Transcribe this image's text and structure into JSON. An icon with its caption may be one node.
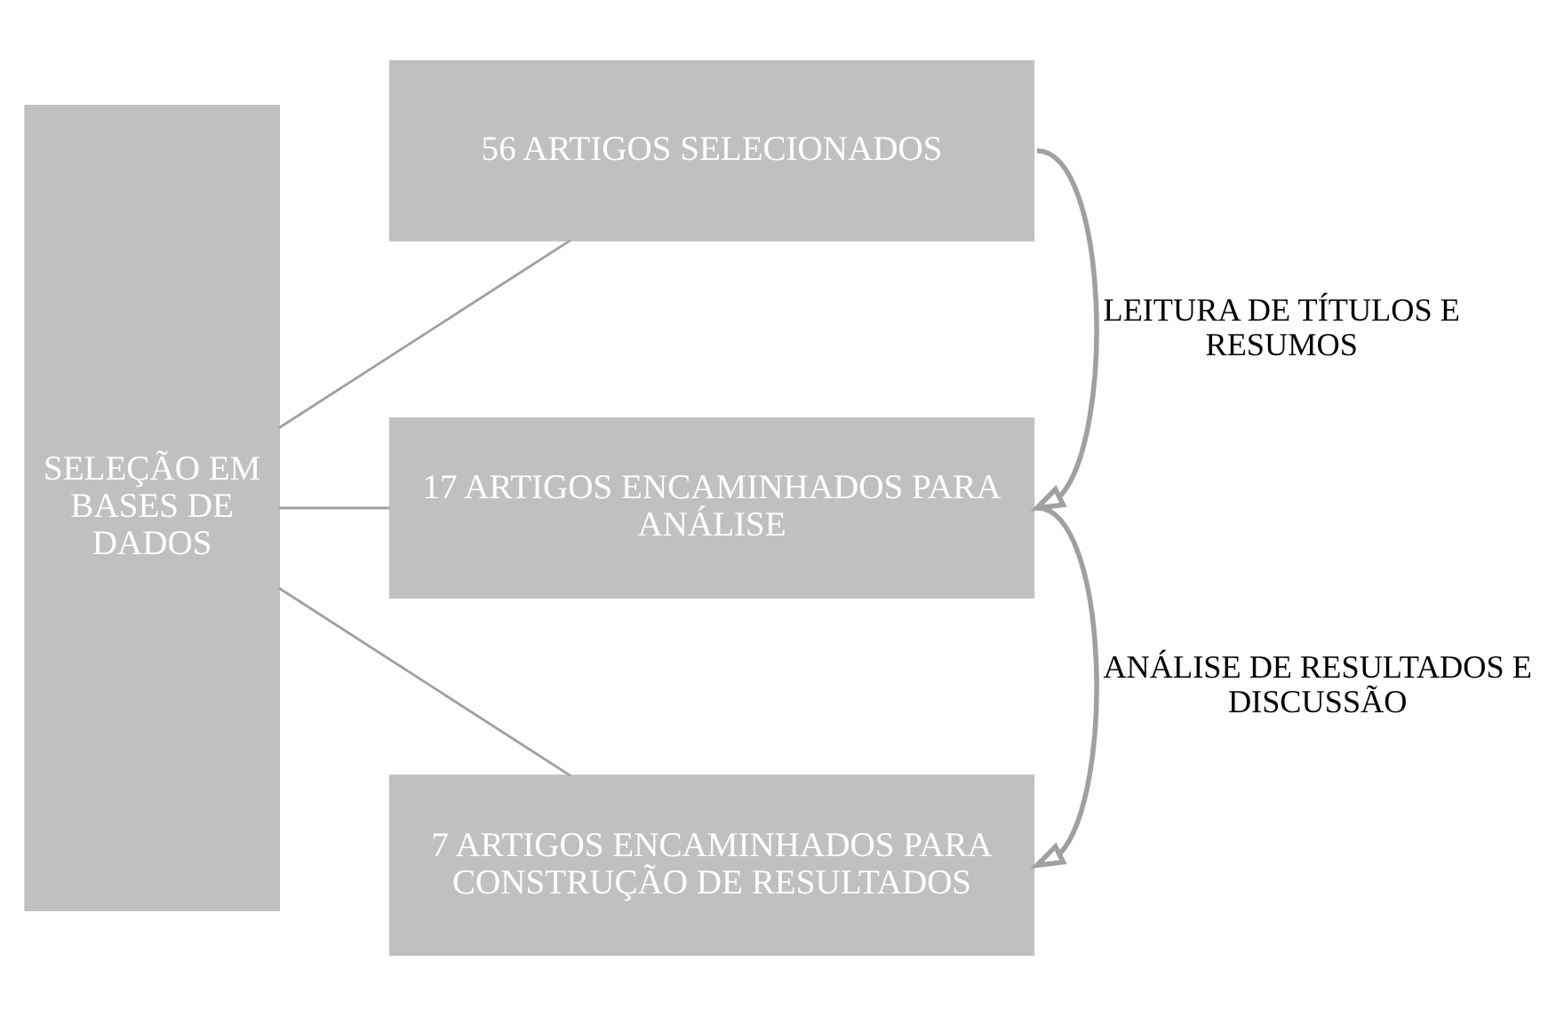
{
  "diagram": {
    "nodes": [
      {
        "text": [
          "SELEÇÃO EM BASES DE DADOS"
        ]
      },
      {
        "text": [
          "56 ARTIGOS SELECIONADOS"
        ]
      },
      {
        "text": [
          "17 ARTIGOS ENCAMINHADOS PARA ANÁLISE"
        ]
      },
      {
        "text": [
          "7 ARTIGOS ENCAMINHADOS PARA CONSTRUÇÃO DE RESULTADOS"
        ]
      }
    ],
    "edges": [
      {
        "from": 0,
        "to": 1,
        "arrow": "none"
      },
      {
        "from": 0,
        "to": 2,
        "arrow": "none"
      },
      {
        "from": 0,
        "to": 3,
        "arrow": "none"
      },
      {
        "from": 1,
        "to": 2,
        "arrow": "to",
        "label": "LEITURA DE TÍTULOS E RESUMOS"
      },
      {
        "from": 2,
        "to": 3,
        "arrow": "to",
        "label": "ANÁLISE DE RESULTADOS E DISCUSSÃO"
      }
    ]
  }
}
